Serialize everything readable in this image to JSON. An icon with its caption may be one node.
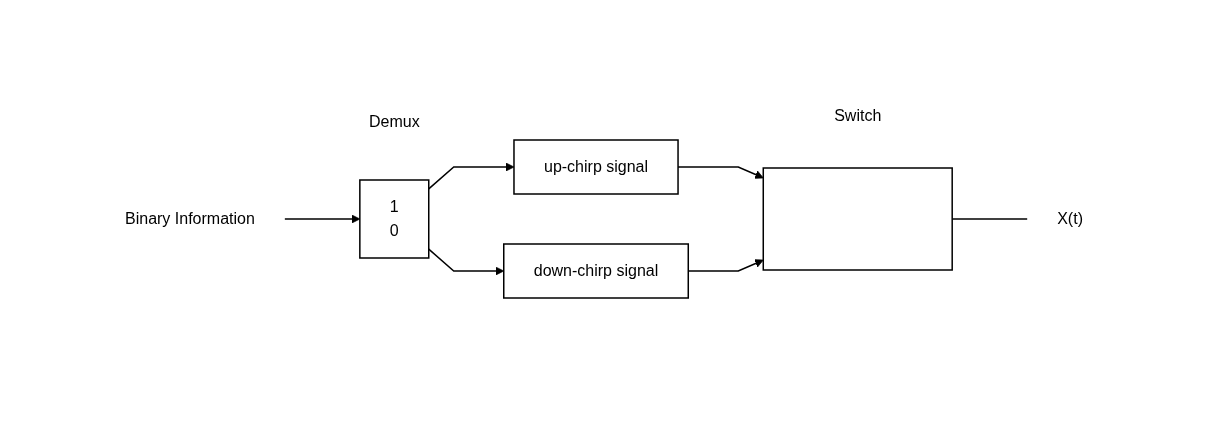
{
  "diagram": {
    "nodes": [
      {
        "text": [
          "Binary Information"
        ]
      },
      {
        "text": [
          "1",
          "0"
        ],
        "beside": [
          "Demux"
        ]
      },
      {
        "text": [
          "up-chirp signal"
        ]
      },
      {
        "text": [
          "down-chirp signal"
        ]
      },
      {
        "text": [],
        "beside": [
          "Switch"
        ],
        "shape": "box"
      },
      {
        "text": [
          "X(t)"
        ]
      }
    ],
    "edges": [
      {
        "from": 0,
        "to": 1,
        "arrow": "to"
      },
      {
        "from": 1,
        "to": 2,
        "arrow": "to"
      },
      {
        "from": 1,
        "to": 3,
        "arrow": "to"
      },
      {
        "from": 2,
        "to": 4,
        "arrow": "to"
      },
      {
        "from": 3,
        "to": 4,
        "arrow": "to"
      },
      {
        "from": 4,
        "to": 5,
        "arrow": "none"
      }
    ]
  }
}
